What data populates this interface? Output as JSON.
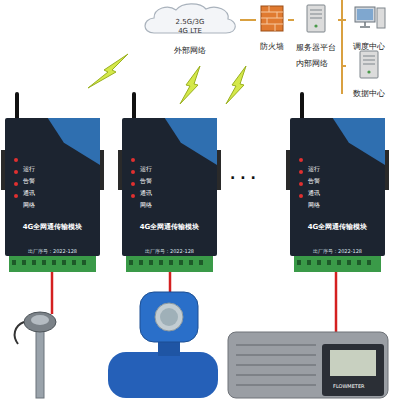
{
  "diagram": {
    "nodes": [
      {
        "text": [
          "2.5G/3G",
          "4G LTE",
          "外部网络"
        ]
      },
      {
        "text": [
          "防火墙"
        ]
      },
      {
        "text": [
          "服务器平台"
        ]
      },
      {
        "text": [
          "调度中心"
        ]
      },
      {
        "text": [
          "数据中心"
        ]
      },
      {
        "text": [
          "运行",
          "告警",
          "通讯",
          "网络",
          "4G全网通传输模块",
          "出厂序号：2022-128"
        ]
      },
      {
        "text": [
          "运行",
          "告警",
          "通讯",
          "网络",
          "4G全网通传输模块",
          "出厂序号：2022-128"
        ]
      },
      {
        "text": [
          "运行",
          "告警",
          "通讯",
          "网络",
          "4G全网通传输模块",
          "出厂序号：2022-128"
        ]
      }
    ],
    "edges": [
      {
        "from": 0,
        "to": 1,
        "arrow": "none"
      },
      {
        "from": 1,
        "to": 2,
        "arrow": "none"
      },
      {
        "from": 2,
        "to": 3,
        "arrow": "none"
      },
      {
        "from": 2,
        "to": 4,
        "arrow": "none"
      }
    ],
    "labels": [
      "内部网络",
      "· · ·",
      "FLOWMETER"
    ]
  }
}
